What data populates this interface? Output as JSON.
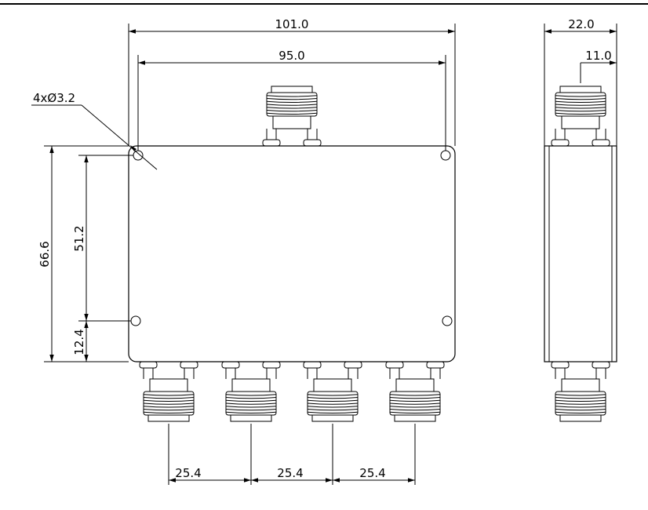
{
  "drawing": {
    "colors": {
      "line": "#000000",
      "background": "#ffffff"
    },
    "dimensions": {
      "overall_width": "101.0",
      "hole_spacing_width": "95.0",
      "hole_callout": "4xØ3.2",
      "overall_height": "66.6",
      "hole_spacing_height": "51.2",
      "hole_offset_bottom": "12.4",
      "port_pitch_1": "25.4",
      "port_pitch_2": "25.4",
      "port_pitch_3": "25.4",
      "side_depth": "22.0",
      "side_half_depth": "11.0"
    }
  }
}
